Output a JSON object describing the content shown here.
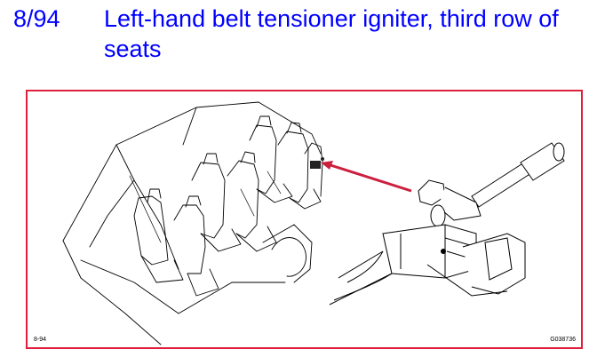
{
  "header": {
    "number": "8/94",
    "title": "Left-hand belt tensioner igniter, third row of seats"
  },
  "figure": {
    "code_left": "8-94",
    "code_right": "G038736",
    "frame_color": "#e01f3d",
    "arrow_color": "#cc1f3d"
  },
  "colors": {
    "title_blue": "#0000ff"
  }
}
